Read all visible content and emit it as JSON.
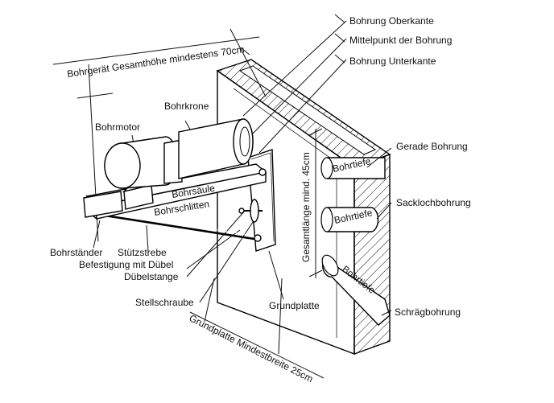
{
  "labels": {
    "bohrung_oberkante": "Bohrung Oberkante",
    "mittelpunkt": "Mittelpunkt der Bohrung",
    "bohrung_unterkante": "Bohrung Unterkante",
    "gesamthoehe": "Bohrgerät Gesamthöhe mindestens 70cm",
    "bohrkrone": "Bohrkrone",
    "bohrmotor": "Bohrmotor",
    "gesamtlaenge": "Gesamtlänge mind. 45cm",
    "gerade_bohrung": "Gerade Bohrung",
    "bohrtiefe_1": "Bohrtiefe",
    "bohrsaeule": "Bohrsäule",
    "bohrschlitten": "Bohrschlitten",
    "sackloch": "Sacklochbohrung",
    "bohrtiefe_2": "Bohrtiefe",
    "bohrstaender": "Bohrständer",
    "stuetzstrebe": "Stützstrebe",
    "befestigung": "Befestigung mit Dübel",
    "duebelstange": "Dübelstange",
    "bohrtiefe_3": "Bohrtiefe",
    "stellschraube": "Stellschraube",
    "grundplatte": "Grundplatte",
    "schraegbohrung": "Schrägbohrung",
    "grundplatte_breite": "Grundplatte Mindestbreite 25cm"
  }
}
